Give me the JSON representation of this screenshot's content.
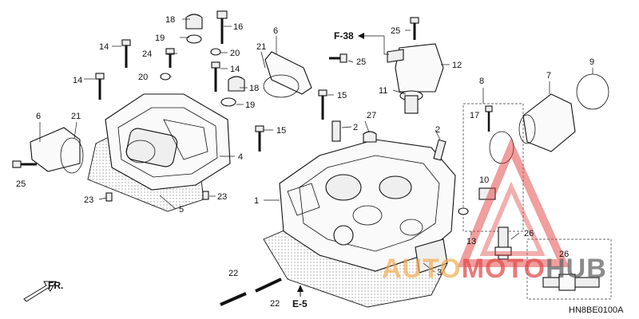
{
  "labels": {
    "l1": "1",
    "l2a": "2",
    "l2b": "2",
    "l3": "3",
    "l4": "4",
    "l5": "5",
    "l6a": "6",
    "l6b": "6",
    "l7": "7",
    "l8": "8",
    "l9": "9",
    "l10": "10",
    "l11": "11",
    "l12": "12",
    "l13": "13",
    "l14a": "14",
    "l14b": "14",
    "l14c": "14",
    "l15a": "15",
    "l15b": "15",
    "l16": "16",
    "l17": "17",
    "l18a": "18",
    "l18b": "18",
    "l19a": "19",
    "l19b": "19",
    "l20a": "20",
    "l20b": "20",
    "l21a": "21",
    "l21b": "21",
    "l22a": "22",
    "l22b": "22",
    "l23a": "23",
    "l23b": "23",
    "l24": "24",
    "l25a": "25",
    "l25b": "25",
    "l25c": "25",
    "l26a": "26",
    "l26b": "26",
    "l27": "27"
  },
  "refs": {
    "f38": "F-38",
    "e5": "E-5",
    "fr": "FR."
  },
  "diagram_code": "HN8BE0100A",
  "watermark": {
    "brand_part1": "AUTO",
    "brand_part2": "MOTO",
    "brand_part3": "HUB",
    "color_primary": "#e03a3a",
    "color_secondary": "#f2a94a"
  }
}
